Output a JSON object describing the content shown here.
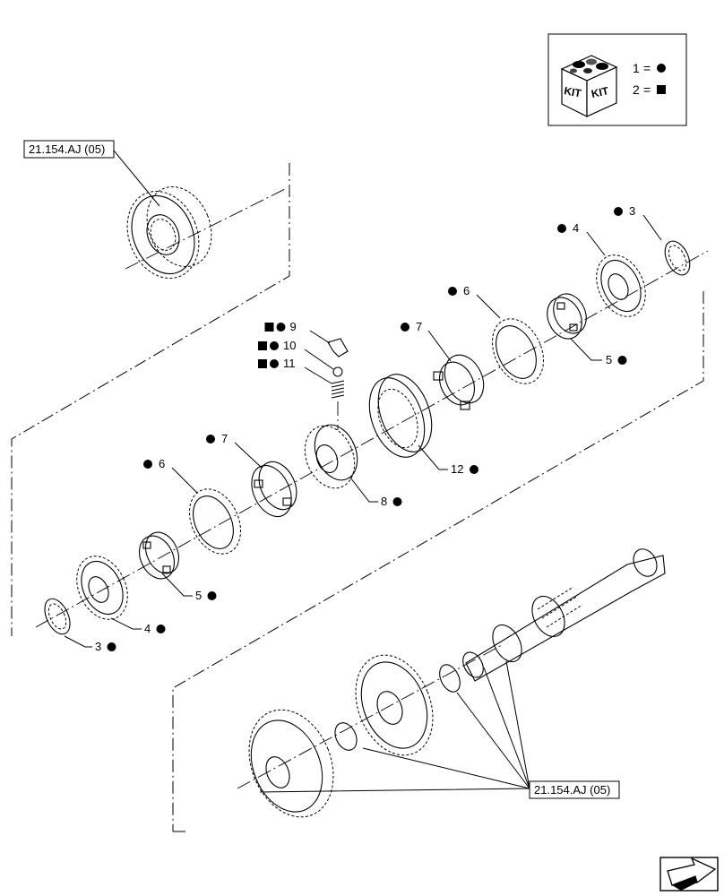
{
  "diagram": {
    "kit_legend": {
      "icon_words": [
        "KIT",
        "KIT"
      ],
      "entries": [
        {
          "number": "1",
          "eq": "=",
          "symbol": "circle"
        },
        {
          "number": "2",
          "eq": "=",
          "symbol": "square"
        }
      ]
    },
    "reference_labels": {
      "top_left": "21.154.AJ (05)",
      "bottom_right": "21.154.AJ (05)"
    },
    "callouts": {
      "c3_top": {
        "number": "3",
        "kits": [
          "circle"
        ]
      },
      "c4_top": {
        "number": "4",
        "kits": [
          "circle"
        ]
      },
      "c5_top": {
        "number": "5",
        "kits": [
          "circle"
        ]
      },
      "c6_top": {
        "number": "6",
        "kits": [
          "circle"
        ]
      },
      "c7_top": {
        "number": "7",
        "kits": [
          "circle"
        ]
      },
      "c9": {
        "number": "9",
        "kits": [
          "square",
          "circle"
        ]
      },
      "c10": {
        "number": "10",
        "kits": [
          "square",
          "circle"
        ]
      },
      "c11": {
        "number": "11",
        "kits": [
          "square",
          "circle"
        ]
      },
      "c12": {
        "number": "12",
        "kits": [
          "circle"
        ]
      },
      "c8": {
        "number": "8",
        "kits": [
          "circle"
        ]
      },
      "c7_mid": {
        "number": "7",
        "kits": [
          "circle"
        ]
      },
      "c6_mid": {
        "number": "6",
        "kits": [
          "circle"
        ]
      },
      "c5_mid": {
        "number": "5",
        "kits": [
          "circle"
        ]
      },
      "c4_mid": {
        "number": "4",
        "kits": [
          "circle"
        ]
      },
      "c3_mid": {
        "number": "3",
        "kits": [
          "circle"
        ]
      }
    },
    "nav_icon": "next-page-arrow-icon"
  }
}
